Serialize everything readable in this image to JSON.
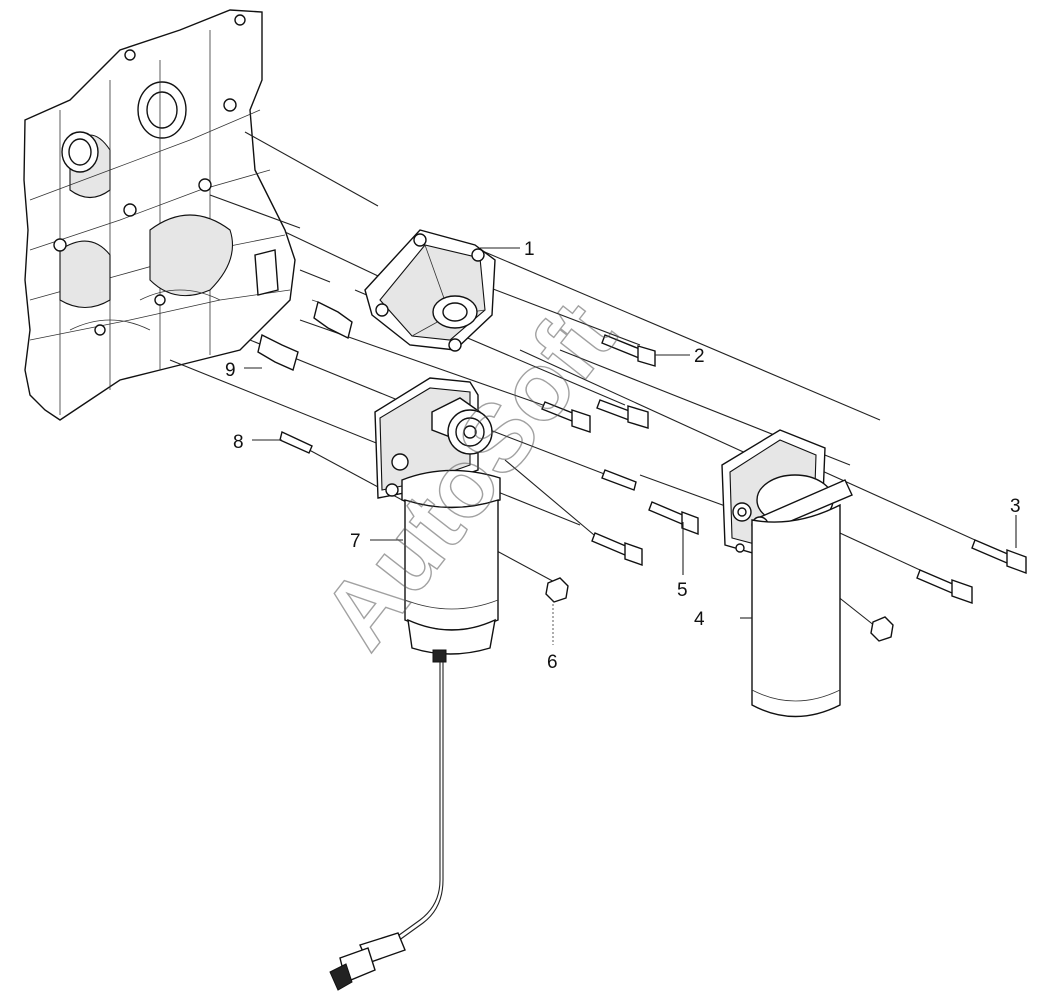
{
  "watermark": "AutoSoft",
  "callouts": [
    {
      "id": "1",
      "label": "1"
    },
    {
      "id": "2",
      "label": "2"
    },
    {
      "id": "3",
      "label": "3"
    },
    {
      "id": "4",
      "label": "4"
    },
    {
      "id": "5",
      "label": "5"
    },
    {
      "id": "6",
      "label": "6"
    },
    {
      "id": "7",
      "label": "7"
    },
    {
      "id": "8",
      "label": "8"
    },
    {
      "id": "9",
      "label": "9"
    }
  ]
}
